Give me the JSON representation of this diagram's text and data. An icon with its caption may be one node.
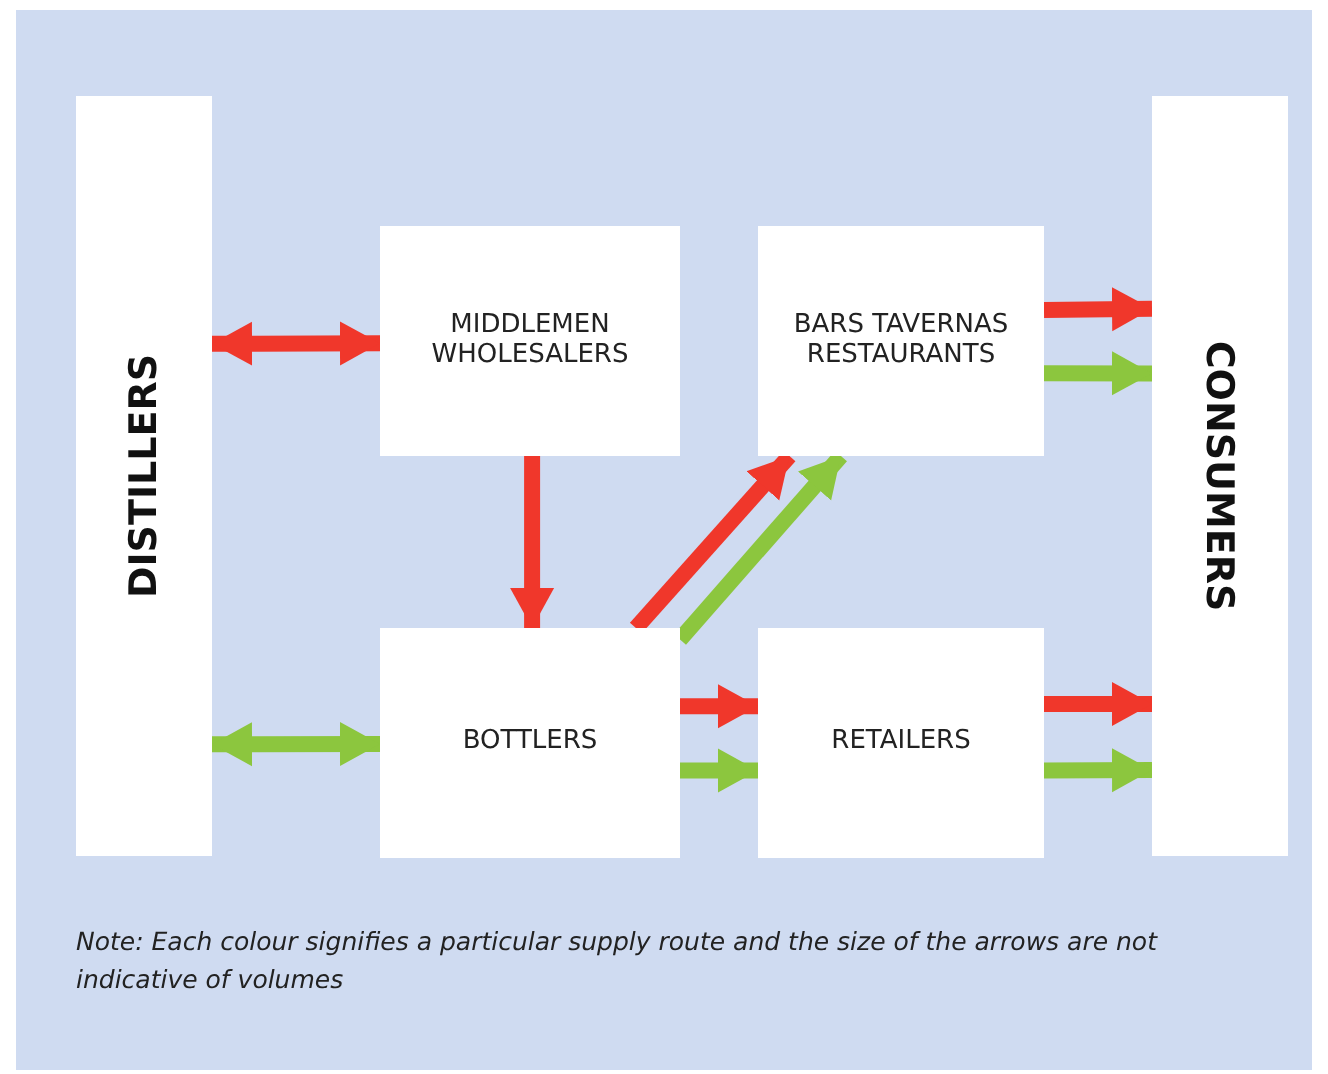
{
  "diagram": {
    "nodes": [
      {
        "text": [
          "DISTILLERS"
        ]
      },
      {
        "text": [
          "MIDDLEMEN WHOLESALERS"
        ]
      },
      {
        "text": [
          "BARS TAVERNAS RESTAURANTS"
        ]
      },
      {
        "text": [
          "BOTTLERS"
        ]
      },
      {
        "text": [
          "RETAILERS"
        ]
      },
      {
        "text": [
          "CONSUMERS"
        ]
      }
    ],
    "edges": [
      {
        "from": 0,
        "to": 1,
        "arrow": "both",
        "color": "#f0372b"
      },
      {
        "from": 0,
        "to": 3,
        "arrow": "both",
        "color": "#8cc63e"
      },
      {
        "from": 1,
        "to": 3,
        "arrow": "to",
        "color": "#f0372b"
      },
      {
        "from": 3,
        "to": 2,
        "arrow": "to",
        "color": "#f0372b"
      },
      {
        "from": 3,
        "to": 2,
        "arrow": "to",
        "color": "#8cc63e"
      },
      {
        "from": 3,
        "to": 4,
        "arrow": "to",
        "color": "#f0372b"
      },
      {
        "from": 3,
        "to": 4,
        "arrow": "to",
        "color": "#8cc63e"
      },
      {
        "from": 2,
        "to": 5,
        "arrow": "to",
        "color": "#f0372b"
      },
      {
        "from": 2,
        "to": 5,
        "arrow": "to",
        "color": "#8cc63e"
      },
      {
        "from": 4,
        "to": 5,
        "arrow": "to",
        "color": "#f0372b"
      },
      {
        "from": 4,
        "to": 5,
        "arrow": "to",
        "color": "#8cc63e"
      }
    ],
    "labels": [
      "Note: Each colour signifies a particular supply route and the size of the arrows are not indicative of volumes"
    ]
  }
}
